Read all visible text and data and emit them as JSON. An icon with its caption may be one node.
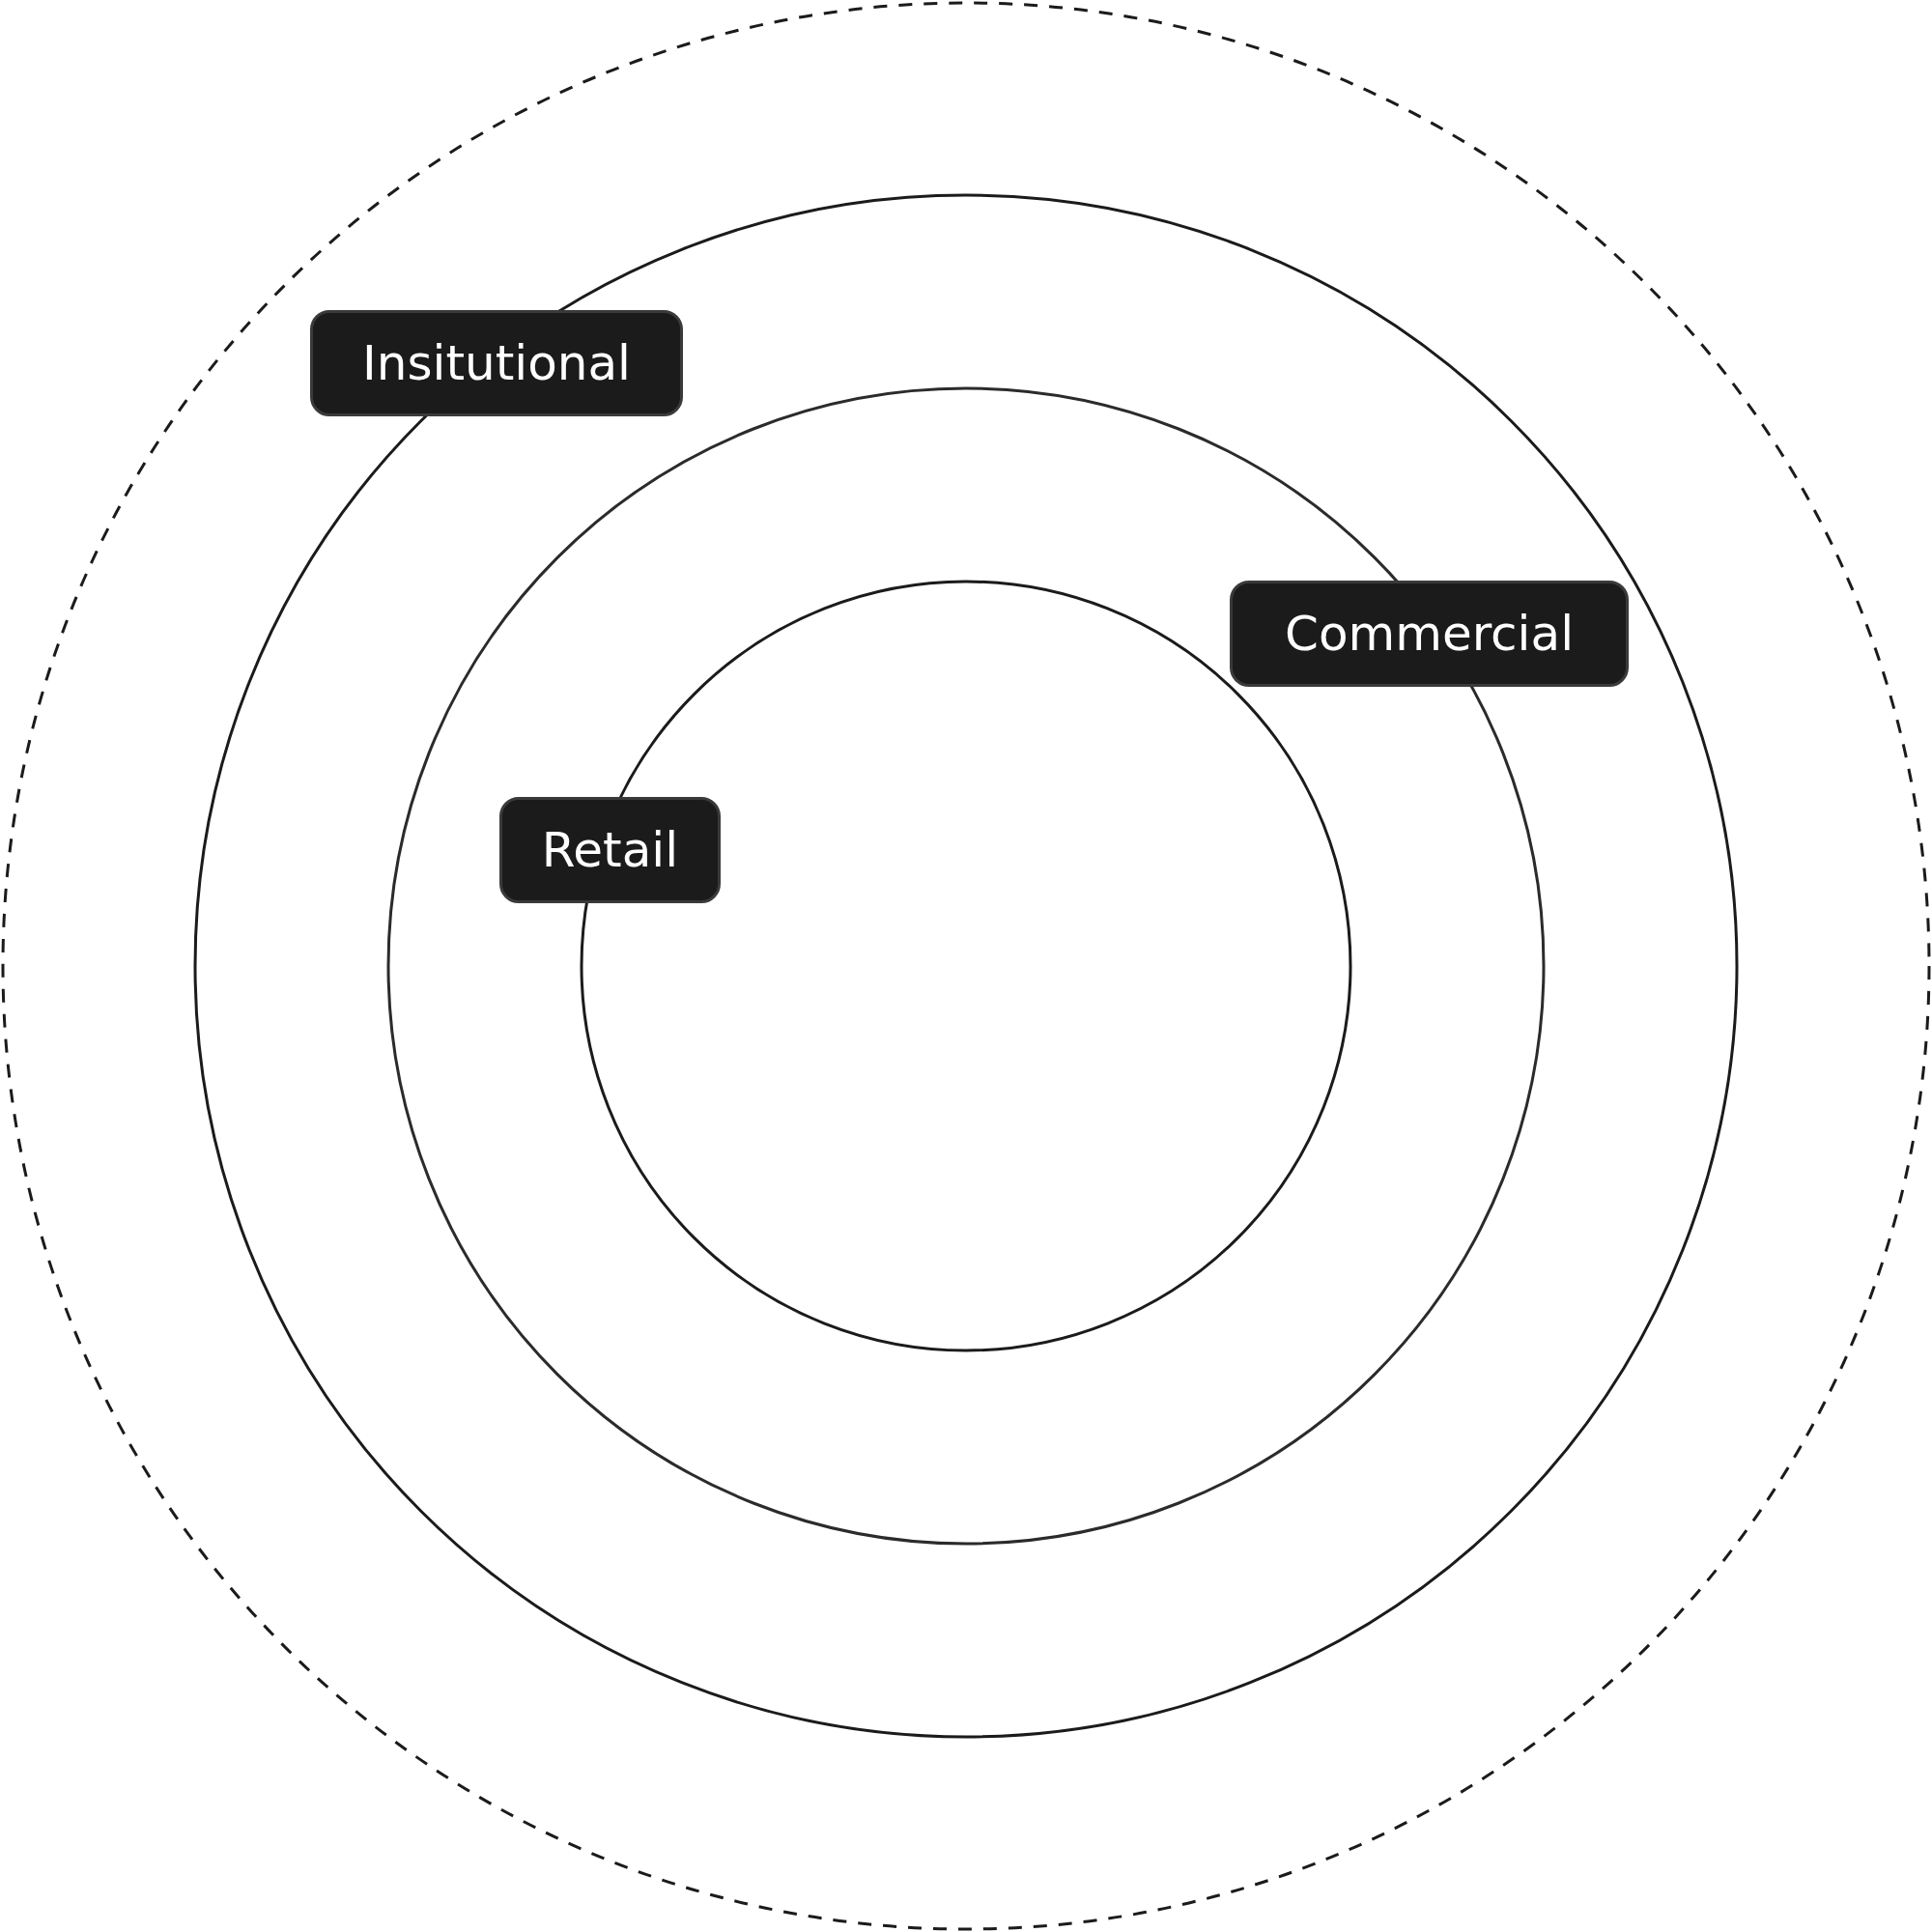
{
  "diagram": {
    "nodes": [
      {
        "text": [
          "Insitutional"
        ]
      },
      {
        "text": [
          "Commercial"
        ]
      },
      {
        "text": [
          "Retail"
        ]
      }
    ]
  }
}
